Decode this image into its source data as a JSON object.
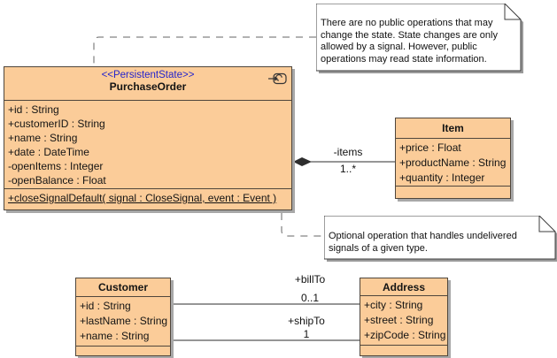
{
  "colors": {
    "class_fill": "#fbcc99",
    "class_border": "#4f463c",
    "shadow": "#a8a8a8",
    "stereotype_blue": "#2323cc",
    "line_black": "#2e2e2e",
    "dashed_gray": "#666666",
    "note_fill": "#ffffff"
  },
  "classes": {
    "purchase_order": {
      "stereotype": "<<PersistentState>>",
      "name": "PurchaseOrder",
      "attributes": [
        "+id : String",
        "+customerID : String",
        "+name : String",
        "+date : DateTime",
        "-openItems : Integer",
        "-openBalance : Float"
      ],
      "operations": [
        "+closeSignalDefault( signal : CloseSignal, event : Event )"
      ]
    },
    "item": {
      "name": "Item",
      "attributes": [
        "+price : Float",
        "+productName : String",
        "+quantity : Integer"
      ]
    },
    "customer": {
      "name": "Customer",
      "attributes": [
        "+id : String",
        "+lastName : String",
        "+name : String"
      ]
    },
    "address": {
      "name": "Address",
      "attributes": [
        "+city : String",
        "+street : String",
        "+zipCode : String"
      ]
    }
  },
  "notes": {
    "state_note": {
      "text": "There are no public operations that may\nchange the state. State changes are only\nallowed by a signal. However, public\noperations may read state information."
    },
    "signal_note": {
      "text": "Optional operation that handles undelivered\nsignals of a given type."
    }
  },
  "associations": {
    "items": {
      "label": "-items",
      "multiplicity": "1..*"
    },
    "bill_to": {
      "label": "+billTo",
      "multiplicity": "0..1"
    },
    "ship_to": {
      "label": "+shipTo",
      "multiplicity": "1"
    }
  }
}
